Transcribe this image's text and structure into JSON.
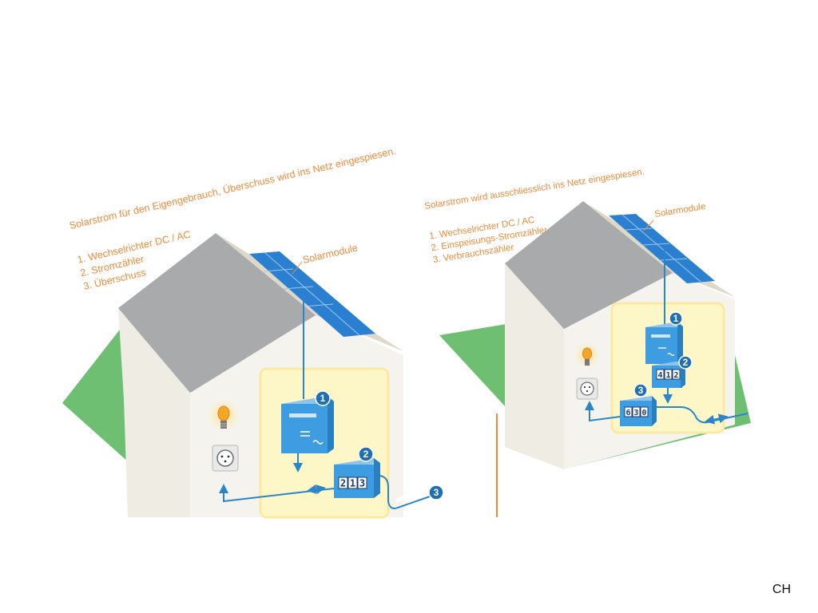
{
  "left_panel": {
    "caption": "Solarstrom für den Eigengebrauch, Überschuss wird ins Netz eingespiesen.",
    "legend": [
      "1. Wechselrichter DC / AC",
      "2. Stromzähler",
      "3. Überschuss"
    ],
    "solar_label": "Solarmodule",
    "badges": [
      "1",
      "2",
      "3"
    ],
    "meter_digits": [
      "2",
      "1",
      "3"
    ]
  },
  "right_panel": {
    "caption": "Solarstrom wird ausschliesslich ins Netz eingespiesen.",
    "legend": [
      "1. Wechselrichter DC / AC",
      "2. Einspeisungs-Stromzähler",
      "3. Verbrauchszähler"
    ],
    "solar_label": "Solarmodule",
    "badges": [
      "1",
      "2",
      "3"
    ],
    "feed_meter_digits": [
      "4",
      "1",
      "2"
    ],
    "usage_meter_digits": [
      "6",
      "3",
      "0"
    ]
  },
  "footer": {
    "region_code": "CH"
  },
  "colors": {
    "accent_text": "#ee8a3a",
    "wire": "#2a86c8",
    "badge": "#1f6fb5",
    "grass": "#6fbf73",
    "roof": "#a9aaab",
    "wall": "#efece4",
    "panel": "#2b7fd0",
    "highlight": "#fdf7c8"
  },
  "icons": [
    "solar-panel-icon",
    "light-bulb-icon",
    "power-outlet-icon",
    "inverter-icon",
    "electric-meter-icon"
  ]
}
